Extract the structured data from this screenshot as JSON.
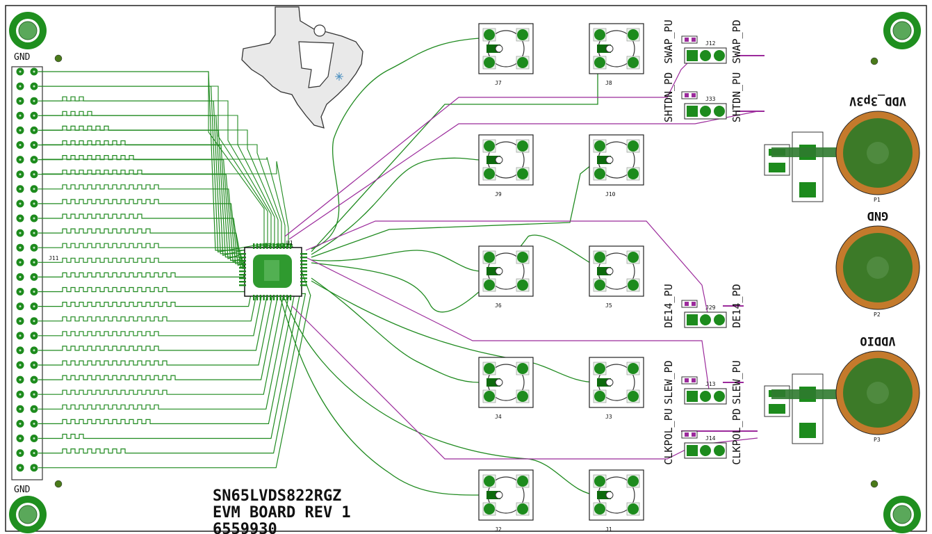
{
  "board": {
    "title_line1": "SN65LVDS822RGZ",
    "title_line2": "EVM BOARD REV 1",
    "title_line3": "6559930",
    "gnd_top": "GND",
    "gnd_bottom": "GND",
    "header_ref": "J11",
    "ic_ref": "U1"
  },
  "connectors": [
    {
      "id": "J7"
    },
    {
      "id": "J8"
    },
    {
      "id": "J9"
    },
    {
      "id": "J10"
    },
    {
      "id": "J6"
    },
    {
      "id": "J5"
    },
    {
      "id": "J4"
    },
    {
      "id": "J3"
    },
    {
      "id": "J2"
    },
    {
      "id": "J1"
    }
  ],
  "jumpers": [
    {
      "ref": "J12",
      "left": "SWAP_PU",
      "right": "SWAP_PD"
    },
    {
      "ref": "J33",
      "left": "SHTDN_PD",
      "right": "SHTDN_PU"
    },
    {
      "ref": "J29",
      "left": "DE14_PU",
      "right": "DE14_PD"
    },
    {
      "ref": "J13",
      "left": "SLEW_PD",
      "right": "SLEW_PU"
    },
    {
      "ref": "J14",
      "left": "CLKPOL_PU",
      "right": "CLKPOL_PD"
    }
  ],
  "power": [
    {
      "label": "VDD_3p3V",
      "ref": "P1"
    },
    {
      "label": "GND",
      "ref": "P2"
    },
    {
      "label": "VDDIO",
      "ref": "P3"
    }
  ],
  "colors": {
    "trace": "#1f8a1f",
    "trace_top": "#9b2a9b",
    "pad": "#1d8b1d",
    "pad_dark": "#0d6a0d",
    "copper_ring": "#c47a2c",
    "copper_inner": "#3c7a28",
    "outline": "#111111"
  }
}
